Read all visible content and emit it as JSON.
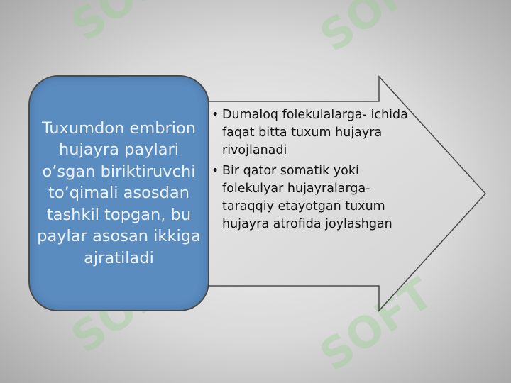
{
  "diagram": {
    "left_box": {
      "text": "Tuxumdon embrion hujayra paylari o’sgan biriktiruvchi to’qimali asosdan tashkil topgan, bu paylar asosan ikkiga ajratiladi"
    },
    "arrow": {
      "bullets": [
        "Dumaloq folekulalarga- ichida faqat bitta tuxum hujayra rivojlanadi",
        "Bir qator somatik yoki folekulyar hujayralarga- taraqqiy etayotgan tuxum hujayra atrofida joylashgan"
      ],
      "bullet_symbol": "•"
    }
  },
  "watermark": {
    "text": "SOFT",
    "color": "#8fd08a"
  },
  "colors": {
    "box_fill": "#5a8cc0",
    "arrow_fill": "#e0e0e0"
  }
}
